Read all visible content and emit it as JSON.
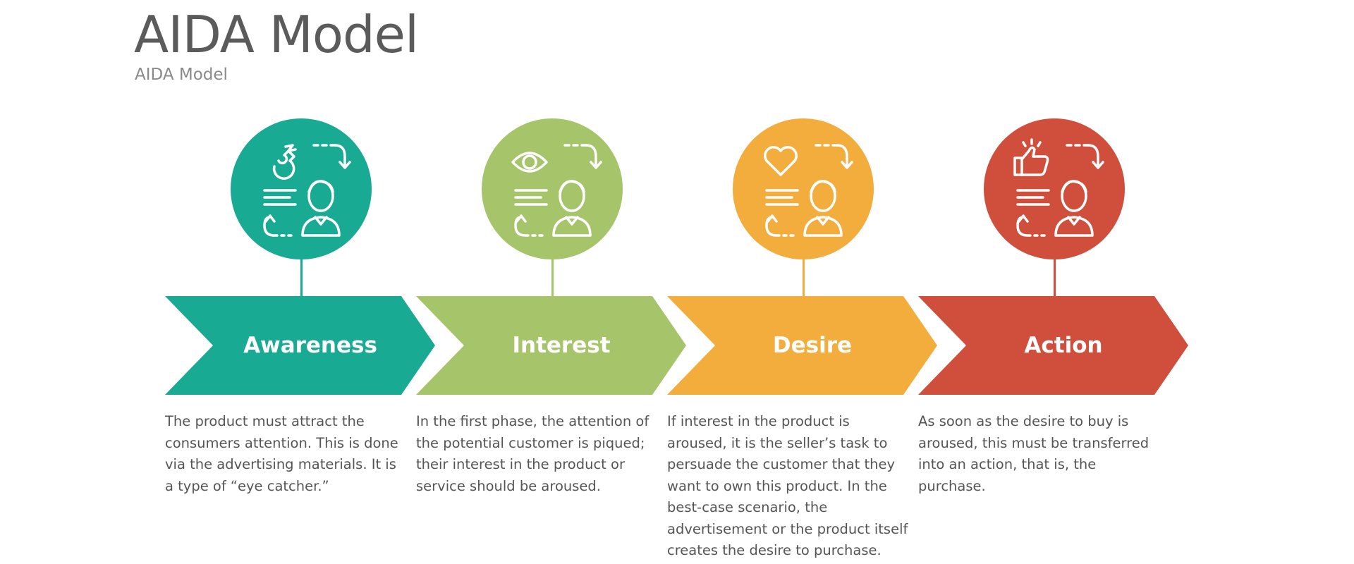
{
  "title": "AIDA Model",
  "subtitle": "AIDA Model",
  "stages": [
    {
      "label": "Awareness",
      "color": "#19aa93",
      "icon": "magnet-icon",
      "description": "The product must attract the consumers attention. This is done via the advertising materials. It is a type of “eye catcher.”"
    },
    {
      "label": "Interest",
      "color": "#a6c46a",
      "icon": "eye-icon",
      "description": "In the first phase, the attention of the potential customer is piqued; their interest in the product or service should be aroused."
    },
    {
      "label": "Desire",
      "color": "#f2ad3c",
      "icon": "heart-icon",
      "description": "If interest in the product is aroused, it is the seller’s task to persuade the customer that they want to own this product. In the best-case scenario, the advertisement or the product itself creates the desire to purchase."
    },
    {
      "label": "Action",
      "color": "#cf4f3c",
      "icon": "thumbs-up-icon",
      "description": "As soon as the desire to buy is aroused, this must be transferred into an action, that is, the purchase."
    }
  ]
}
